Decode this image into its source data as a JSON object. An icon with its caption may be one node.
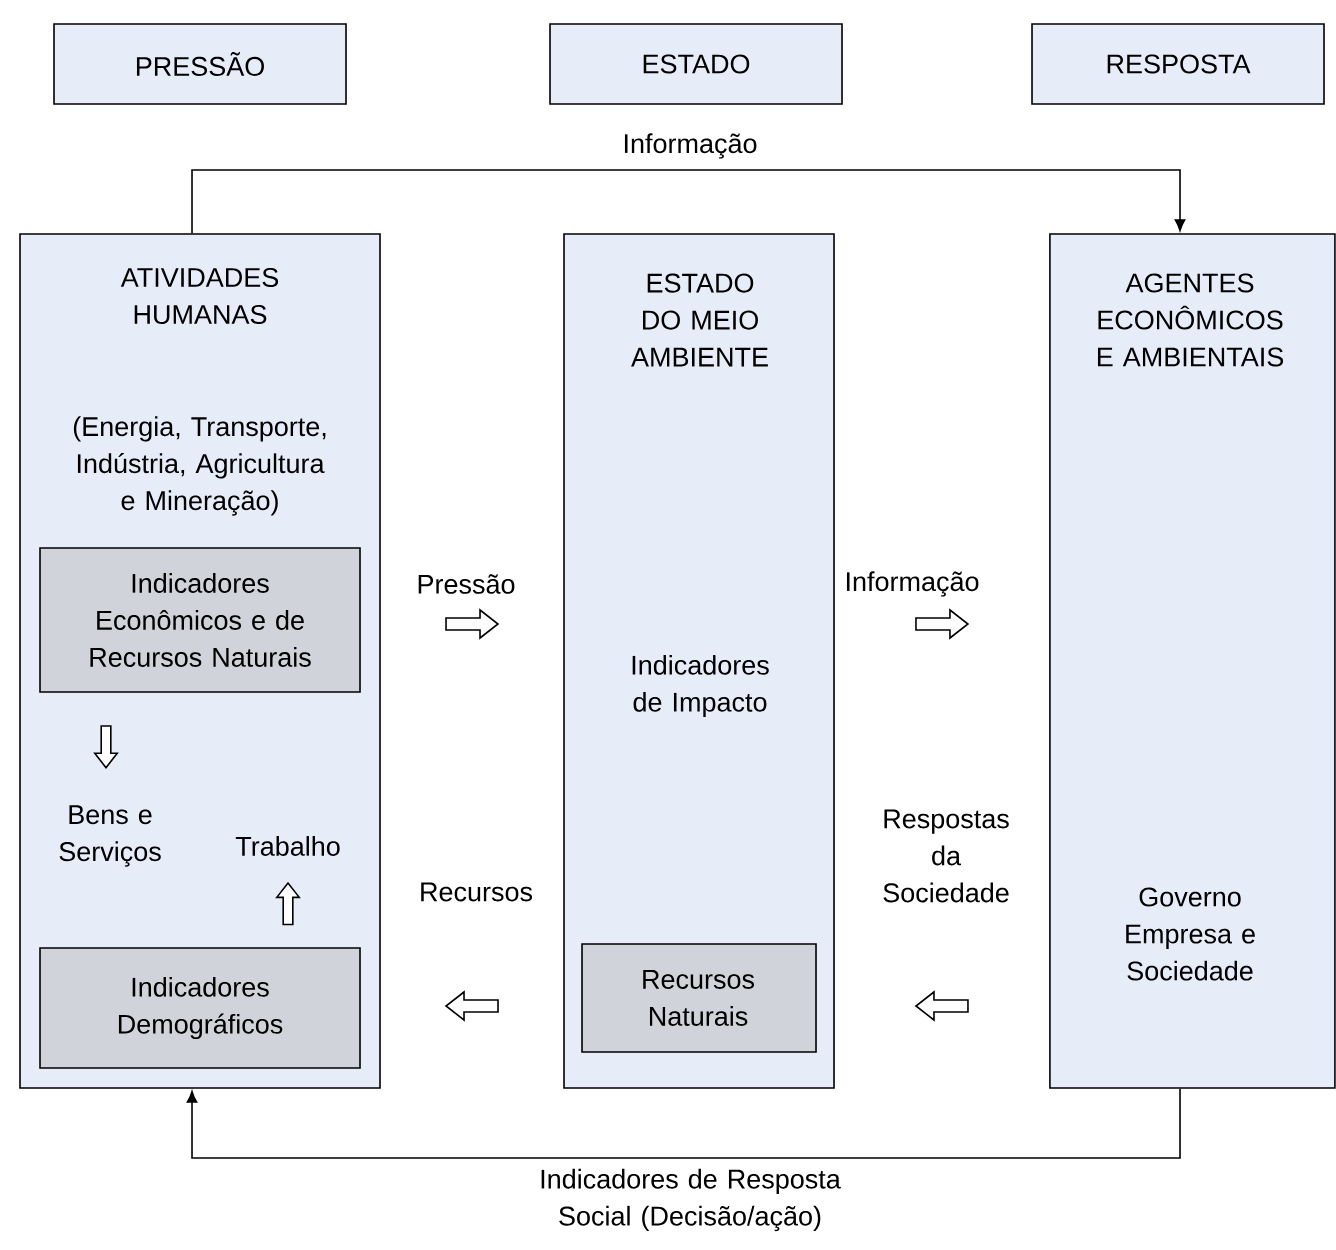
{
  "diagram": {
    "nodes": [
      {
        "text": [
          "PRESSÃO"
        ]
      },
      {
        "text": [
          "ESTADO"
        ]
      },
      {
        "text": [
          "RESPOSTA"
        ]
      },
      {
        "text": [
          "ATIVIDADES HUMANAS",
          "(Energia, Transporte, Indústria, Agricultura e Mineração)"
        ]
      },
      {
        "text": [
          "Indicadores Econômicos e de Recursos Naturais"
        ],
        "in": 3
      },
      {
        "text": [
          "Bens e Serviços"
        ],
        "in": 3
      },
      {
        "text": [
          "Trabalho"
        ],
        "in": 3
      },
      {
        "text": [
          "Indicadores Demográficos"
        ],
        "in": 3
      },
      {
        "text": [
          "ESTADO DO MEIO AMBIENTE",
          "Indicadores de Impacto"
        ]
      },
      {
        "text": [
          "Recursos Naturais"
        ],
        "in": 8
      },
      {
        "text": [
          "AGENTES ECONÔMICOS E AMBIENTAIS",
          "Governo Empresa e Sociedade"
        ]
      }
    ],
    "edges": [
      {
        "from": 3,
        "to": 10,
        "arrow": "to",
        "label": "Informação"
      },
      {
        "from": 10,
        "to": 3,
        "arrow": "to",
        "label": "Indicadores de Resposta Social (Decisão/ação)"
      },
      {
        "from": 3,
        "to": 8,
        "arrow": "to",
        "label": "Pressão"
      },
      {
        "from": 8,
        "to": 10,
        "arrow": "to",
        "label": "Informação"
      },
      {
        "from": 8,
        "to": 3,
        "arrow": "to",
        "label": "Recursos"
      },
      {
        "from": 10,
        "to": 8,
        "arrow": "to",
        "label": "Respostas da Sociedade"
      },
      {
        "from": 4,
        "to": 5,
        "arrow": "to"
      },
      {
        "from": 7,
        "to": 6,
        "arrow": "to"
      }
    ]
  }
}
